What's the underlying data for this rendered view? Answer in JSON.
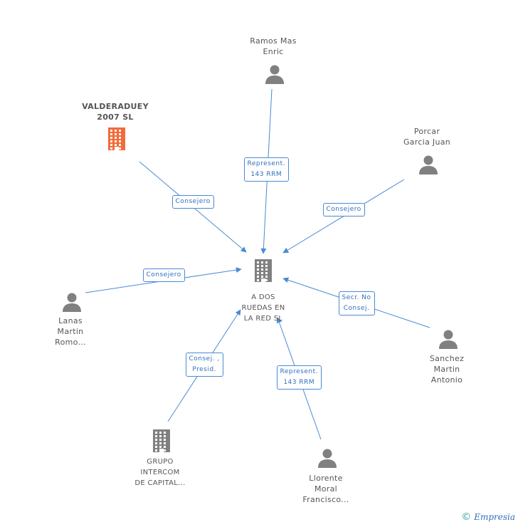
{
  "colors": {
    "edge": "#4a8ad4",
    "person_icon": "#808080",
    "company_icon": "#808080",
    "highlight_company_icon": "#f26b3a"
  },
  "center": {
    "label": "A DOS\nRUEDAS EN\nLA RED SL",
    "icon": "building-icon"
  },
  "nodes": [
    {
      "id": "ramos",
      "label": "Ramos Mas\nEnric",
      "icon": "person-icon"
    },
    {
      "id": "valderaduey",
      "label": "VALDERADUEY\n2007 SL",
      "icon": "building-icon"
    },
    {
      "id": "porcar",
      "label": "Porcar\nGarcia Juan",
      "icon": "person-icon"
    },
    {
      "id": "lanas",
      "label": "Lanas\nMartin\nRomo...",
      "icon": "person-icon"
    },
    {
      "id": "sanchez",
      "label": "Sanchez\nMartin\nAntonio",
      "icon": "person-icon"
    },
    {
      "id": "grupo",
      "label": "GRUPO\nINTERCOM\nDE CAPITAL...",
      "icon": "building-icon"
    },
    {
      "id": "llorente",
      "label": "Llorente\nMoral\nFrancisco...",
      "icon": "person-icon"
    }
  ],
  "edges": [
    {
      "from": "ramos",
      "label": "Represent.\n143 RRM"
    },
    {
      "from": "valderaduey",
      "label": "Consejero"
    },
    {
      "from": "porcar",
      "label": "Consejero"
    },
    {
      "from": "lanas",
      "label": "Consejero"
    },
    {
      "from": "sanchez",
      "label": "Secr.  No\nConsej."
    },
    {
      "from": "grupo",
      "label": "Consej. ,\nPresid."
    },
    {
      "from": "llorente",
      "label": "Represent.\n143 RRM"
    }
  ],
  "watermark": {
    "symbol": "©",
    "brand": "Empresia"
  }
}
